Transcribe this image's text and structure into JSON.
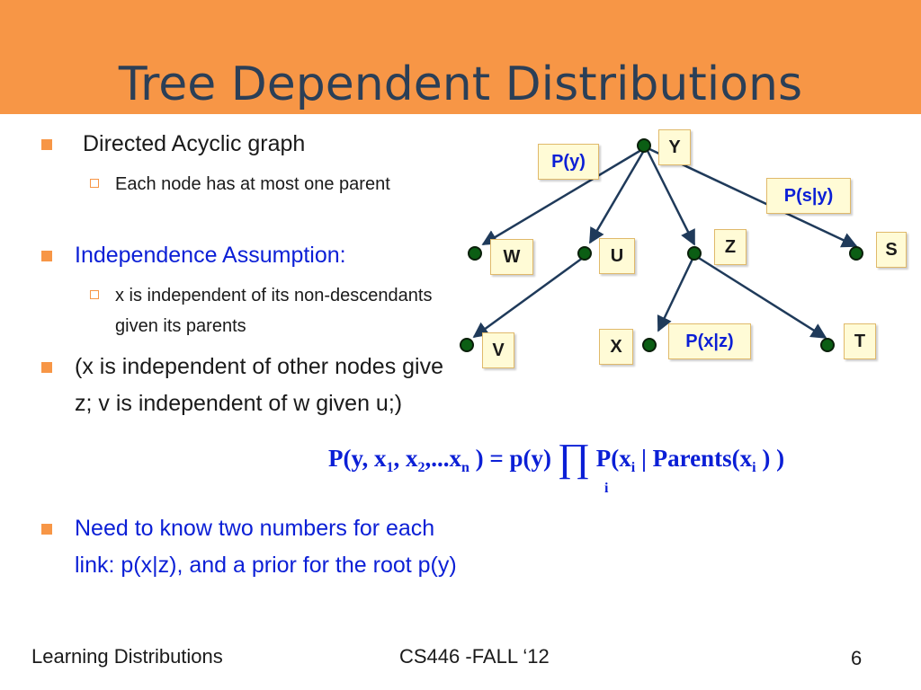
{
  "slide": {
    "title": "Tree Dependent Distributions",
    "bullets": [
      {
        "text": "Directed Acyclic  graph",
        "color": "#1a1a1a"
      },
      {
        "text": "Each node has at most one parent",
        "color": "#1a1a1a"
      },
      {
        "text": "Independence Assumption:",
        "color": "#0b1fd6"
      },
      {
        "text": "x is independent of its non-descendants given its parents",
        "color": "#1a1a1a"
      },
      {
        "text": "(x is independent of other nodes give z; v is independent of w given u;)",
        "color": "#1a1a1a"
      },
      {
        "text": "Need to know two numbers for each link: p(x|z), and a prior for the root p(y)",
        "color": "#0b1fd6"
      }
    ],
    "diagram": {
      "nodes": [
        "Y",
        "W",
        "U",
        "Z",
        "S",
        "V",
        "X",
        "T"
      ],
      "edges": [
        [
          "Y",
          "W"
        ],
        [
          "Y",
          "U"
        ],
        [
          "Y",
          "Z"
        ],
        [
          "Y",
          "S"
        ],
        [
          "U",
          "V"
        ],
        [
          "Z",
          "X"
        ],
        [
          "Z",
          "T"
        ]
      ],
      "probability_labels": [
        "P(y)",
        "P(s|y)",
        "P(x|z)"
      ]
    },
    "formula": {
      "lhs": "P(y, x",
      "sub1": "1",
      "sep1": ", x",
      "sub2": "2",
      "sep2": ",...x",
      "subn": "n",
      "eq": ") = p(y)",
      "prod": "∏",
      "prod_index": "i",
      "rhs": "P(x",
      "subi": "i",
      "rhs2": "| Parents(x",
      "subi2": "i",
      "close": ") )"
    },
    "footer": {
      "left": "Learning Distributions",
      "center": "CS446 -FALL ‘12",
      "page": "6"
    },
    "colors": {
      "accent": "#f79646",
      "title": "#2b3f57",
      "emphasis": "#0b1fd6",
      "node": "#0b5e14",
      "box_fill": "#fffbd6"
    }
  }
}
